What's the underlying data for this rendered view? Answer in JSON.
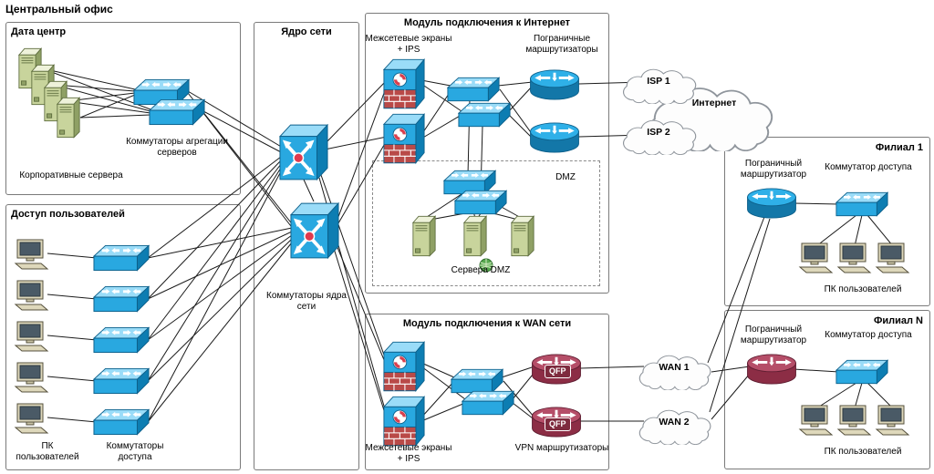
{
  "page": {
    "title": "Центральный офис"
  },
  "datacenter": {
    "title": "Дата центр",
    "servers_label": "Корпоративные сервера",
    "agg_label": "Коммутаторы агрегации серверов"
  },
  "core": {
    "title": "Ядро сети",
    "switches_label": "Коммутаторы ядра сети"
  },
  "access": {
    "title": "Доступ пользователей",
    "pcs_label": "ПК пользователей",
    "switches_label": "Коммутаторы доступа"
  },
  "internet_module": {
    "title": "Модуль подключения к Интернет",
    "firewalls_label": "Межсетевые экраны + IPS",
    "routers_label": "Пограничные маршрутизаторы",
    "dmz_title": "DMZ",
    "dmz_servers_label": "Сервера DMZ"
  },
  "wan_module": {
    "title": "Модуль подключения к WAN сети",
    "firewalls_label": "Межсетевые экраны + IPS",
    "vpn_label": "VPN маршрутизаторы",
    "qfp": "QFP"
  },
  "clouds": {
    "isp1": "ISP 1",
    "isp2": "ISP 2",
    "internet": "Интернет",
    "wan1": "WAN 1",
    "wan2": "WAN 2"
  },
  "branch1": {
    "title": "Филиал 1",
    "router_label": "Пограничный маршрутизатор",
    "switch_label": "Коммутатор доступа",
    "pcs_label": "ПК пользователей"
  },
  "branchN": {
    "title": "Филиал N",
    "router_label": "Пограничный маршрутизатор",
    "switch_label": "Коммутатор доступа",
    "pcs_label": "ПК пользователей"
  },
  "icons": {
    "switch": "blue-3d-box-with-arrows",
    "core_switch": "blue-3d-cube-cross-arrows-red-center",
    "router": "blue-cylinder-with-arrows",
    "vpn_router": "maroon-cylinder-with-arrows",
    "firewall": "blue-3d-cube-with-brick-wall",
    "server": "green-tower-server",
    "pc": "beige-desktop-computer",
    "cloud": "white-cloud-outline",
    "globe": "green-globe"
  },
  "colors": {
    "device_blue": "#29a8e0",
    "device_maroon": "#8c2d45",
    "server_green": "#c8d49c",
    "line": "#1b1b1b"
  }
}
